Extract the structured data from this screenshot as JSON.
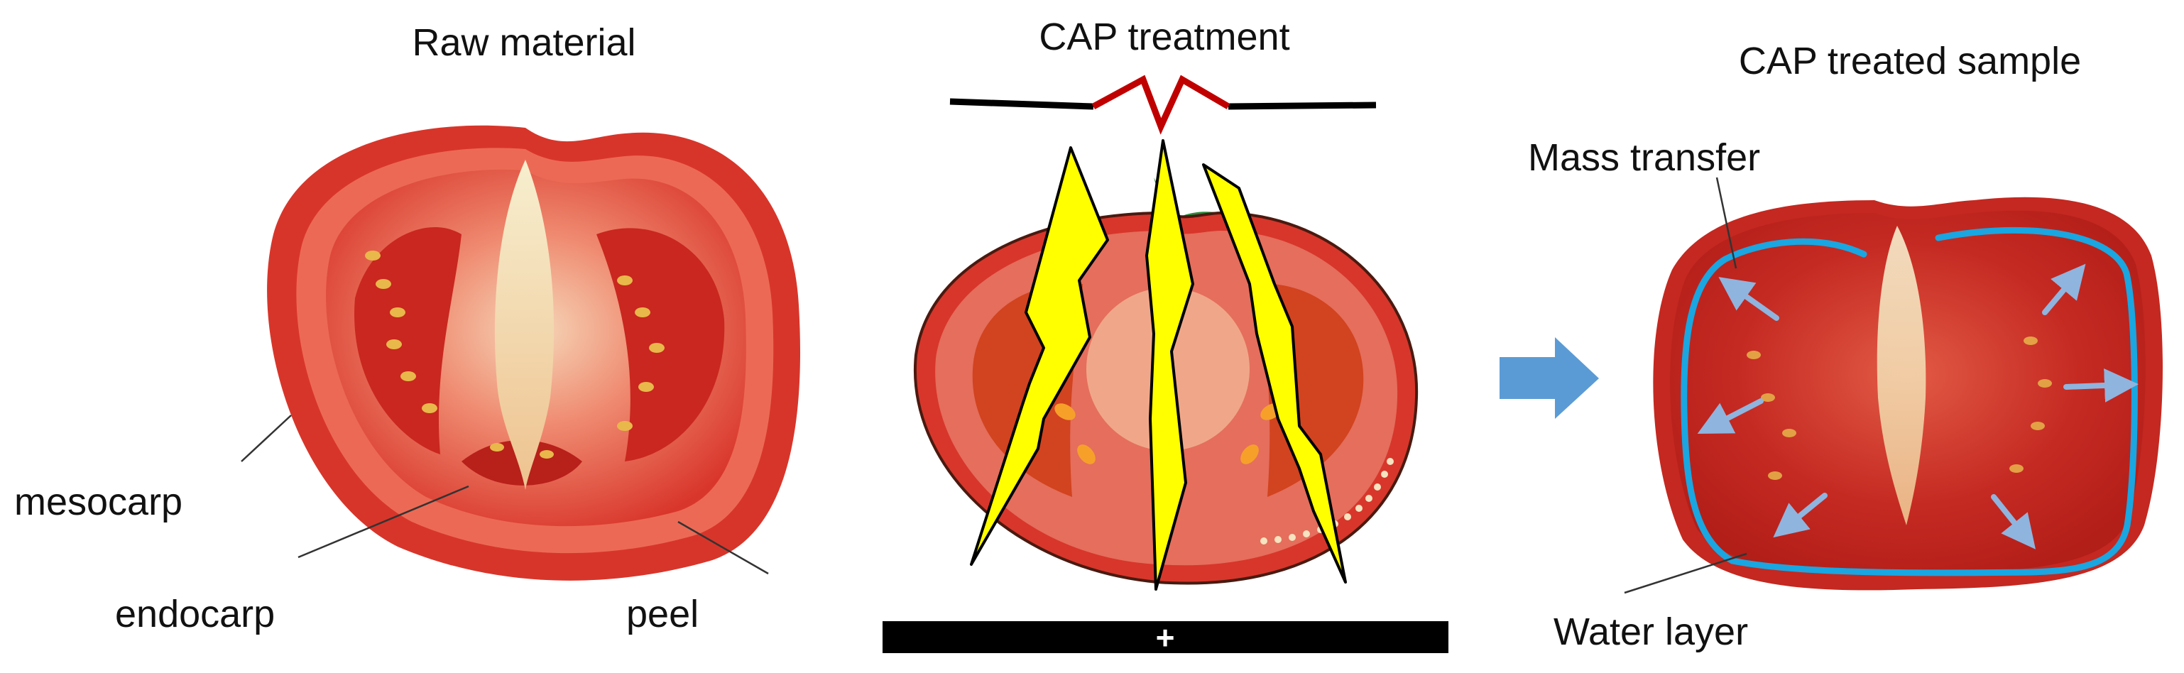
{
  "panels": {
    "raw": {
      "title": "Raw material",
      "labels": {
        "mesocarp": "mesocarp",
        "endocarp": "endocarp",
        "peel": "peel"
      }
    },
    "cap": {
      "title": "CAP treatment",
      "electrode_symbol": "+"
    },
    "treated": {
      "title": "CAP treated sample",
      "labels": {
        "mass_transfer": "Mass transfer",
        "water_layer": "Water layer"
      }
    }
  },
  "colors": {
    "tomato_skin": "#d8362b",
    "tomato_flesh": "#e85a48",
    "tomato_dark": "#b81f1a",
    "core": "#f2d9b0",
    "spark_fill": "#ffff00",
    "spark_top": "#c00000",
    "water_layer": "#1aa6e0",
    "mass_arrow": "#8fb4de",
    "process_arrow": "#5b9bd5",
    "electrode": "#000000"
  },
  "icons": {
    "process_arrow": "right-arrow-icon",
    "discharge": "lightning-bolt-icon"
  }
}
